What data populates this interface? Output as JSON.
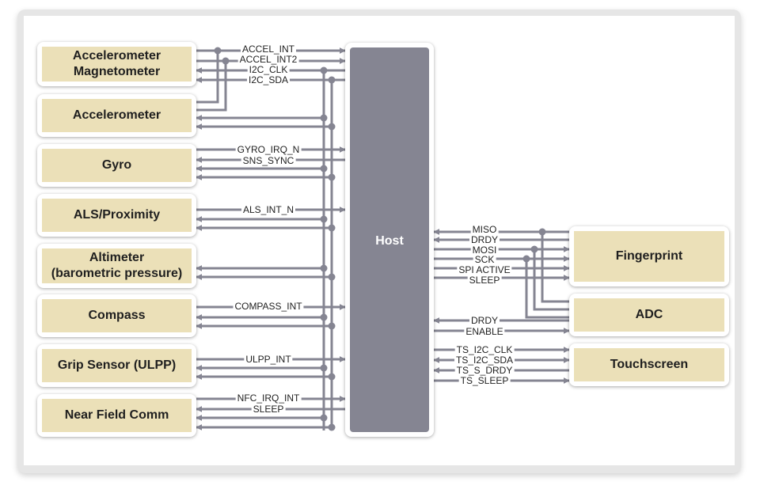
{
  "host": {
    "label": "Host"
  },
  "left_devices": [
    {
      "key": "accel_mag",
      "label": "Accelerometer\nMagnetometer"
    },
    {
      "key": "accel",
      "label": "Accelerometer"
    },
    {
      "key": "gyro",
      "label": "Gyro"
    },
    {
      "key": "als",
      "label": "ALS/Proximity"
    },
    {
      "key": "alt",
      "label": "Altimeter\n(barometric pressure)"
    },
    {
      "key": "compass",
      "label": "Compass"
    },
    {
      "key": "grip",
      "label": "Grip Sensor (ULPP)"
    },
    {
      "key": "nfc",
      "label": "Near Field Comm"
    }
  ],
  "right_devices": [
    {
      "key": "fp",
      "label": "Fingerprint"
    },
    {
      "key": "adc",
      "label": "ADC"
    },
    {
      "key": "ts",
      "label": "Touchscreen"
    }
  ],
  "signals": {
    "accel_int": "ACCEL_INT",
    "accel_int2": "ACCEL_INT2",
    "i2c_clk": "I2C_CLK",
    "i2c_sda": "I2C_SDA",
    "gyro_irq_n": "GYRO_IRQ_N",
    "sns_sync": "SNS_SYNC",
    "als_int_n": "ALS_INT_N",
    "compass_int": "COMPASS_INT",
    "ulpp_int": "ULPP_INT",
    "nfc_irq_int": "NFC_IRQ_INT",
    "sleep": "SLEEP",
    "miso": "MISO",
    "drdy": "DRDY",
    "mosi": "MOSI",
    "sck": "SCK",
    "spi_active": "SPI ACTIVE",
    "sleep_r": "SLEEP",
    "adc_drdy": "DRDY",
    "enable": "ENABLE",
    "ts_i2c_clk": "TS_I2C_CLK",
    "ts_i2c_sda": "TS_I2C_SDA",
    "ts_s_drdy": "TS_S_DRDY",
    "ts_sleep": "TS_SLEEP"
  },
  "colors": {
    "wire": "#858592",
    "host": "#858592",
    "device_fill": "#ebe0b8"
  }
}
